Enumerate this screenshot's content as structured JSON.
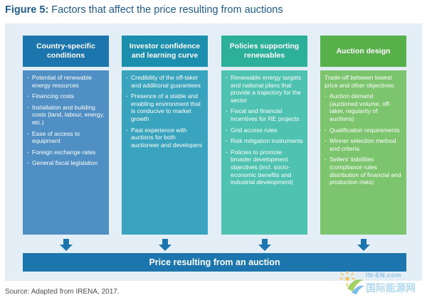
{
  "figure": {
    "label": "Figure 5:",
    "title": "Factors that affect the price resulting from auctions"
  },
  "columns": [
    {
      "title": "Country-specific conditions",
      "intro": "",
      "items": [
        "Potential of renewable energy resources",
        "Financing costs",
        "Installation and building costs (land, labour, energy, etc.)",
        "Ease of access to equipment",
        "Foreign exchange rates",
        "General fiscal legislation"
      ]
    },
    {
      "title": "Investor confidence and learning curve",
      "intro": "",
      "items": [
        "Credibility of the off-taker and additional guarantees",
        "Presence of a stable and enabling environment that is conducive to market growth",
        "Past experience with auctions for both auctioneer and developers"
      ]
    },
    {
      "title": "Policies supporting renewables",
      "intro": "",
      "items": [
        "Renewable energy targets and national plans that provide a trajectory for the sector",
        "Fiscal and financial incentives for RE projects",
        "Grid access rules",
        "Risk mitigation instruments",
        "Policies to promote broader development objectives (incl. socio-economic benefits and industrial development)"
      ]
    },
    {
      "title": "Auction design",
      "intro": "Trade-off between lowest price and other objectives:",
      "items": [
        "Auction demand (auctioned volume, off-taker, regularity of auctions)",
        "Qualification requirements",
        "Winner selection method and criteria",
        "Sellers' liabilities (compliance rules distribution of financial and production risks)"
      ]
    }
  ],
  "result": {
    "label": "Price resulting from an auction"
  },
  "source": "Source: Adapted from IRENA, 2017.",
  "watermark": {
    "en": "IN-EN.com",
    "cn": "国际能源网"
  },
  "colors": {
    "title": "#1d5b8a",
    "panel": "#e4eef6",
    "col1_head": "#1c76ad",
    "col1_body": "#4f8fc4",
    "col2_head": "#1d8fae",
    "col2_body": "#3aa3be",
    "col3_head": "#2db09a",
    "col3_body": "#4fc2b1",
    "col4_head": "#58b04a",
    "col4_body": "#7cc46e",
    "arrow": "#1c76ad",
    "bottom_bar": "#1c76ad"
  }
}
